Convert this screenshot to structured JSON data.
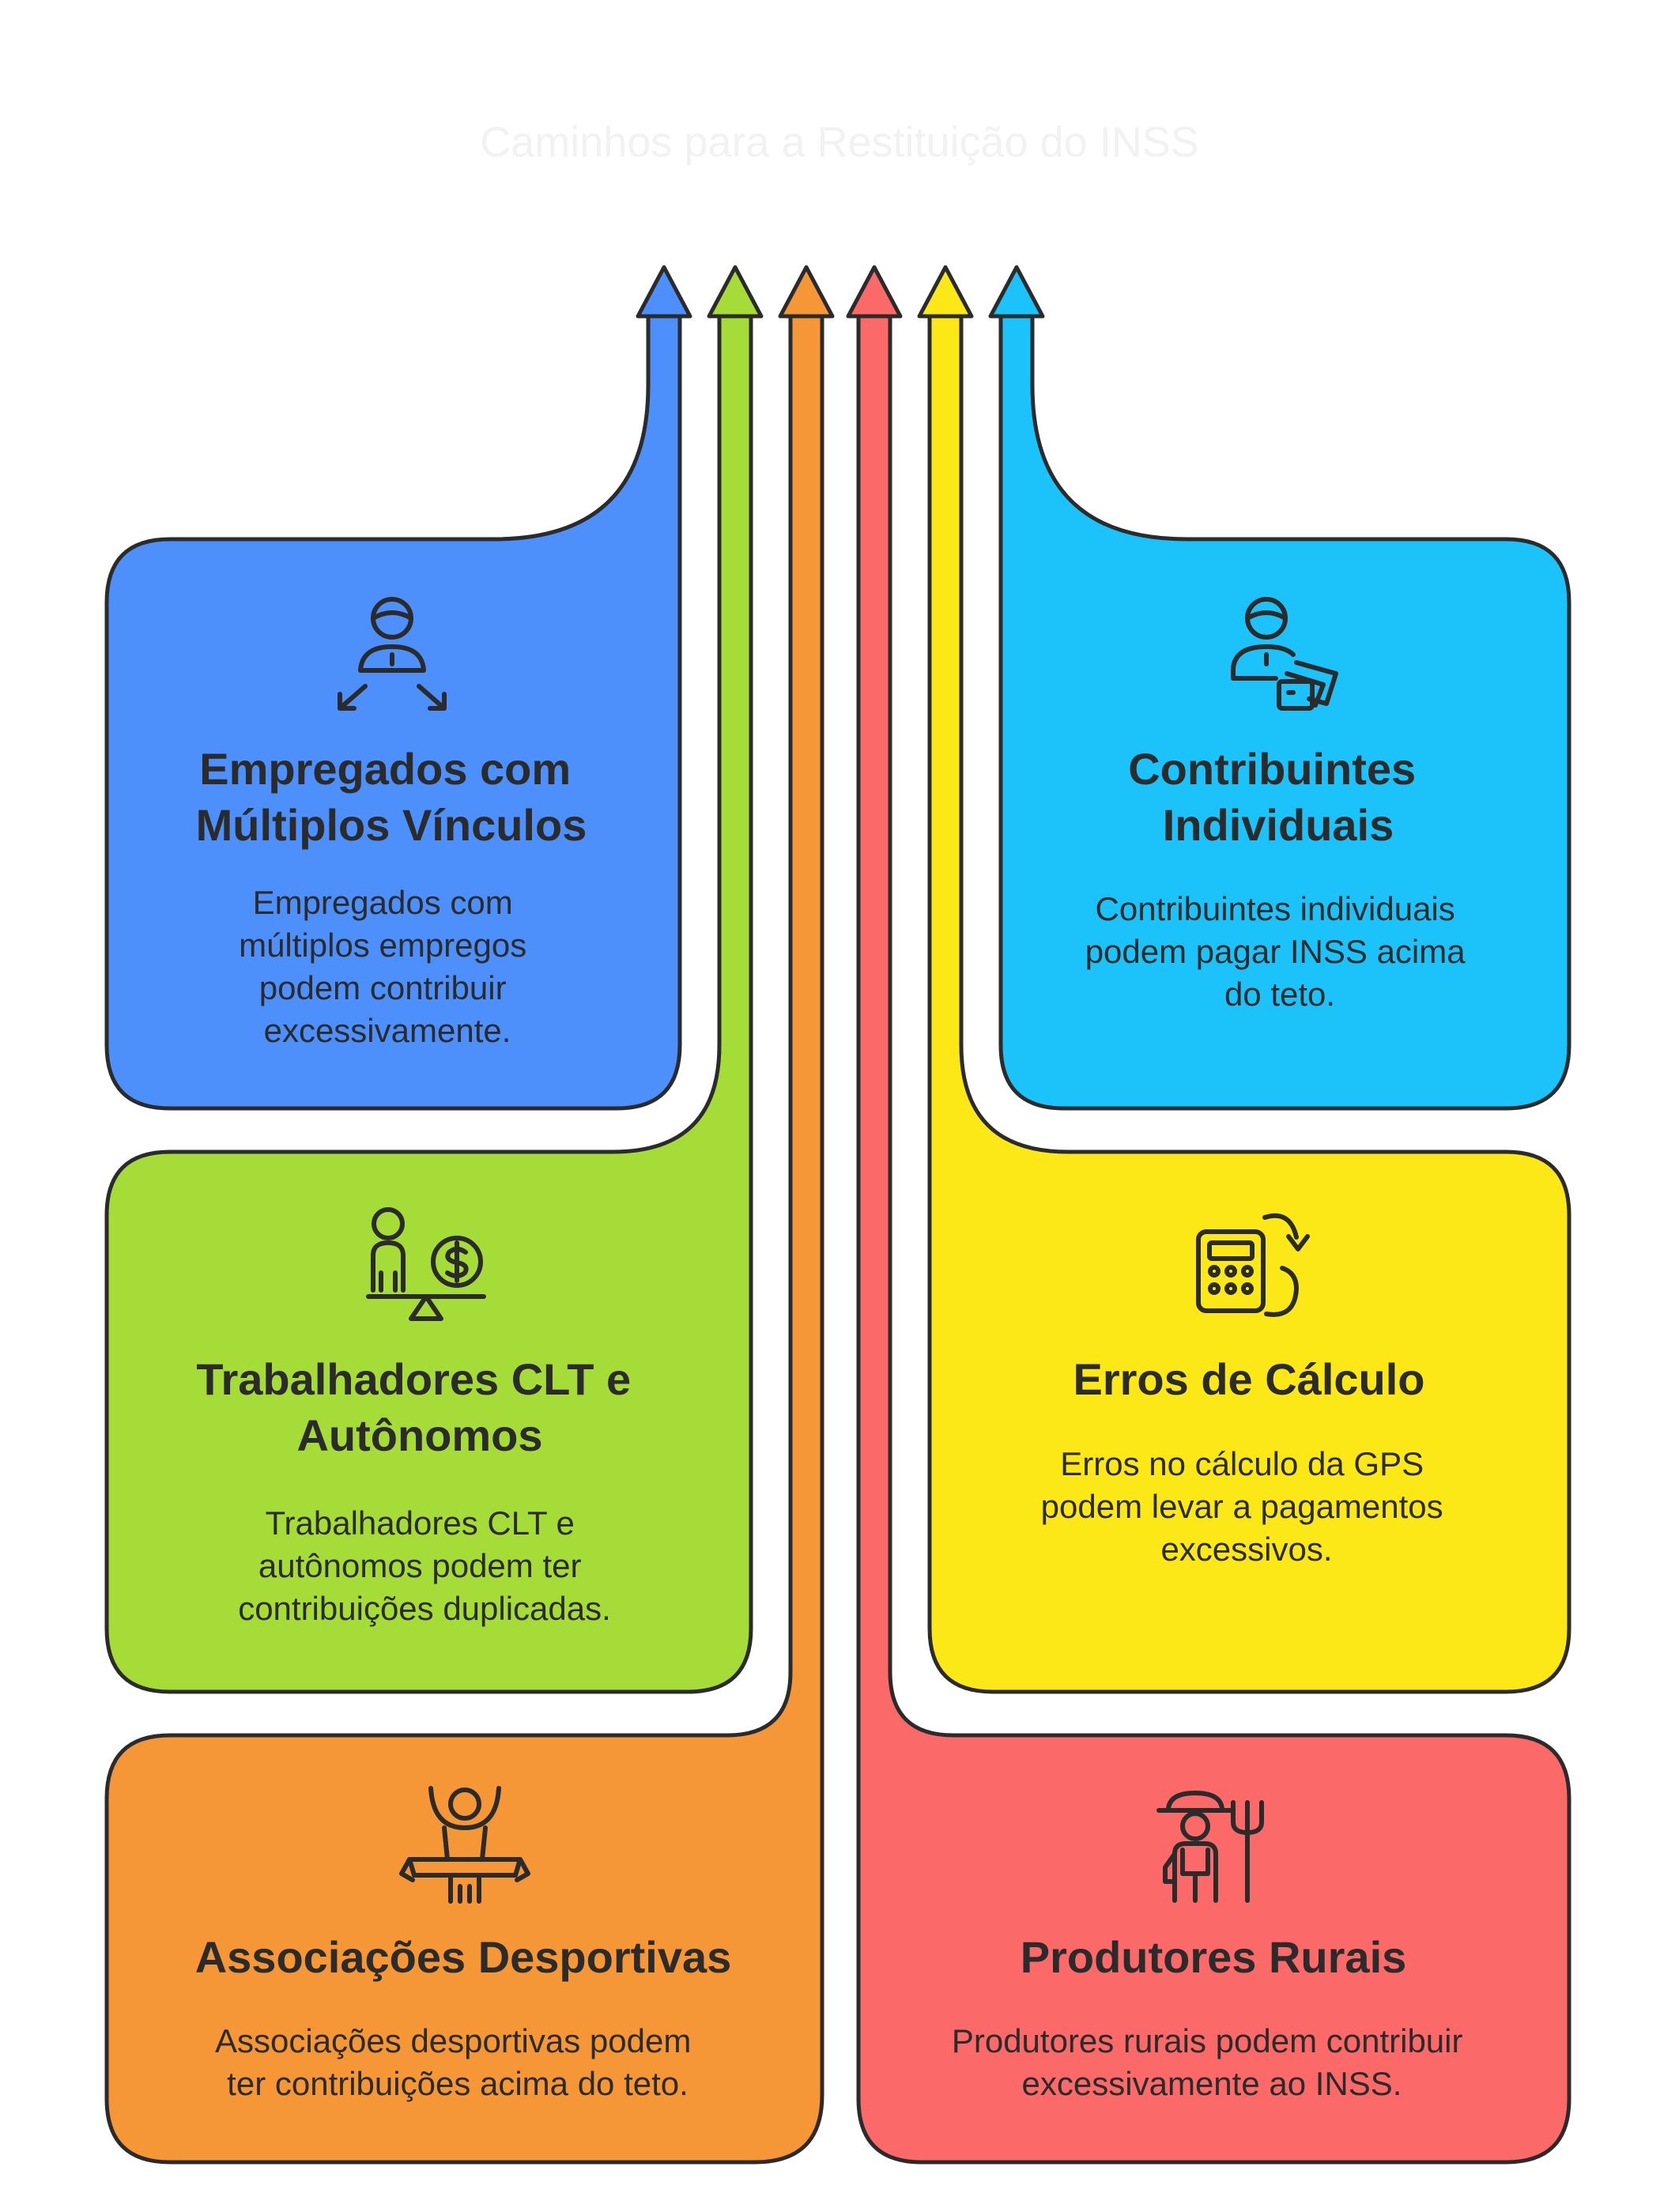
{
  "title": "Caminhos para a Restituição do INSS",
  "colors": {
    "blue": "#4d8ffb",
    "green": "#a6dc37",
    "orange": "#f59737",
    "red": "#fb6968",
    "yellow": "#fde817",
    "cyan": "#1cc3fb",
    "outline": "#2b2b2b"
  },
  "cards": [
    {
      "id": "empregados",
      "icon": "worker-split-arrows-icon",
      "heading": [
        "Empregados com",
        "Múltiplos Vínculos"
      ],
      "desc": [
        "Empregados com",
        "múltiplos empregos",
        "podem contribuir",
        "excessivamente."
      ]
    },
    {
      "id": "contribuintes",
      "icon": "worker-wallet-icon",
      "heading": [
        "Contribuintes",
        "Individuais"
      ],
      "desc": [
        "Contribuintes individuais",
        "podem pagar INSS acima",
        "do teto."
      ]
    },
    {
      "id": "clt",
      "icon": "person-balance-coin-icon",
      "heading": [
        "Trabalhadores CLT e",
        "Autônomos"
      ],
      "desc": [
        "Trabalhadores CLT e",
        "autônomos podem ter",
        "contribuições duplicadas."
      ]
    },
    {
      "id": "erros",
      "icon": "calculator-refresh-icon",
      "heading": [
        "Erros de Cálculo"
      ],
      "desc": [
        "Erros no cálculo da GPS",
        "podem levar a pagamentos",
        "excessivos."
      ]
    },
    {
      "id": "associacoes",
      "icon": "athlete-banner-icon",
      "heading": [
        "Associações Desportivas"
      ],
      "desc": [
        "Associações desportivas podem",
        "ter contribuições acima do teto."
      ]
    },
    {
      "id": "produtores",
      "icon": "farmer-pitchfork-icon",
      "heading": [
        "Produtores Rurais"
      ],
      "desc": [
        "Produtores rurais podem contribuir",
        "excessivamente ao INSS."
      ]
    }
  ]
}
